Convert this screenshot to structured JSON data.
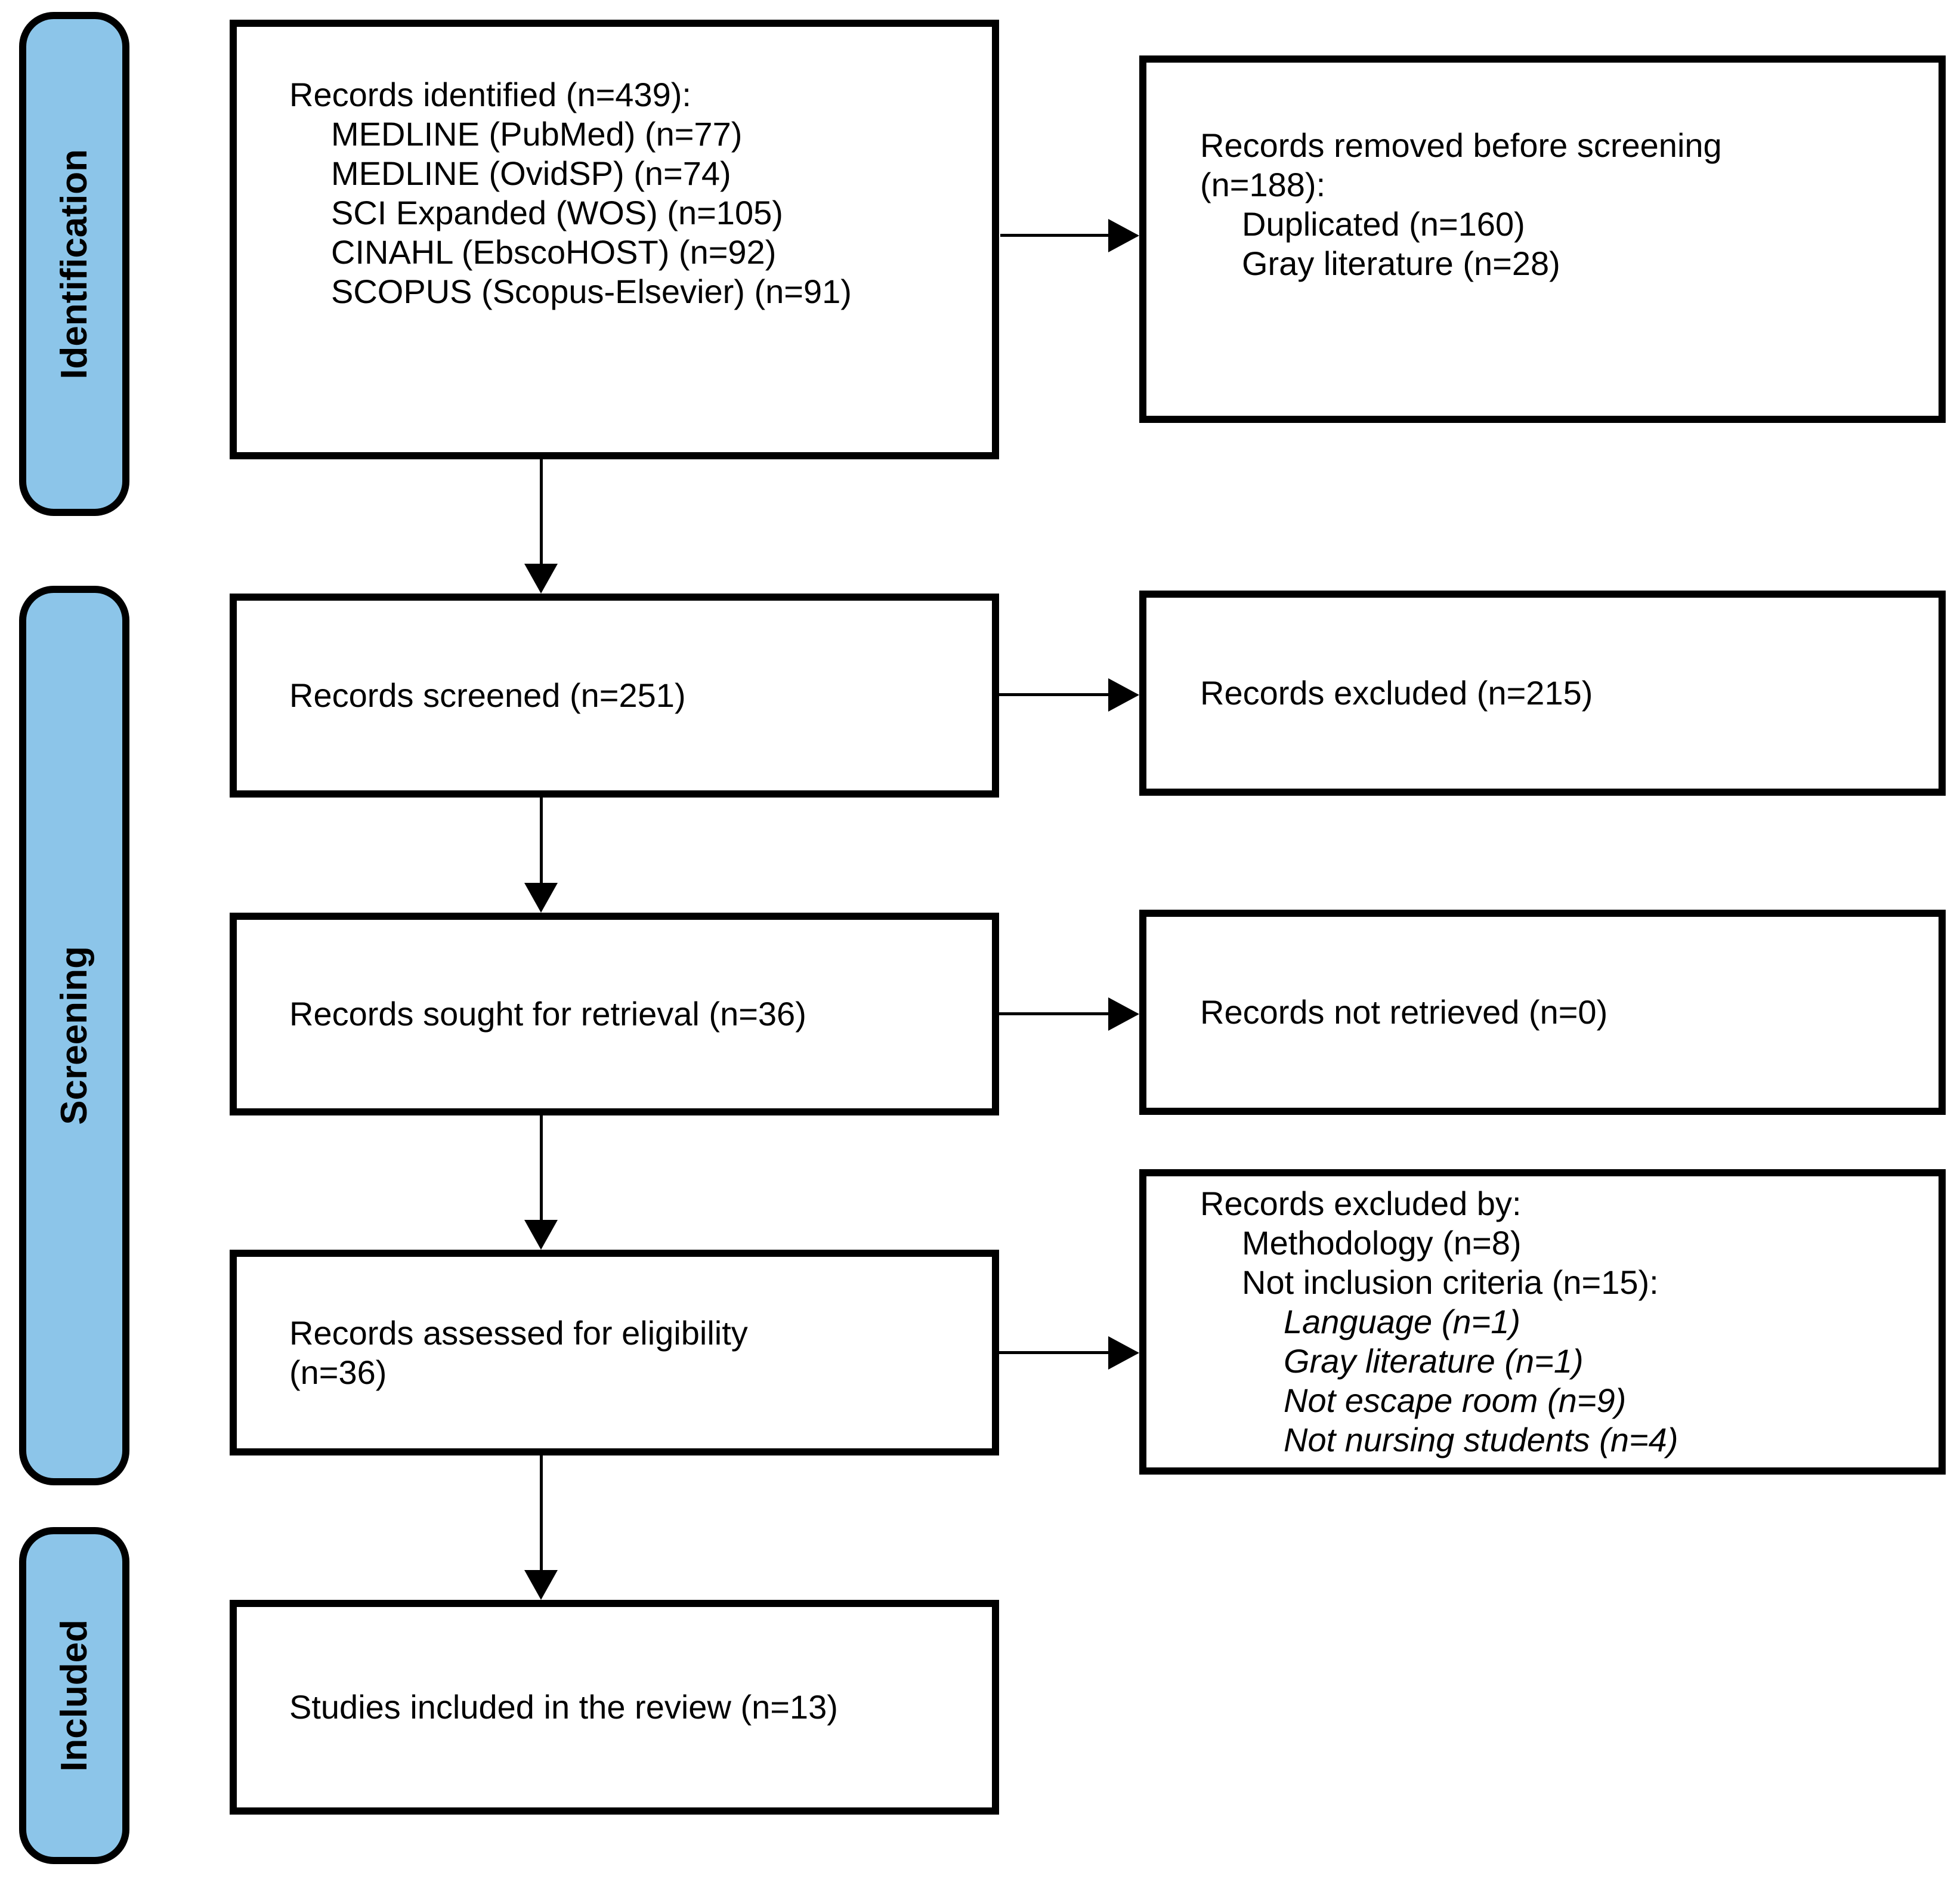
{
  "colors": {
    "stage_fill": "#8CC5E9",
    "border": "#000000",
    "background": "#FFFFFF"
  },
  "stages": {
    "identification": "Identification",
    "screening": "Screening",
    "included": "Included"
  },
  "boxes": {
    "identified": {
      "lines": [
        "Records identified (n=439):",
        "MEDLINE (PubMed) (n=77)",
        "MEDLINE (OvidSP) (n=74)",
        "SCI Expanded (WOS) (n=105)",
        "CINAHL (EbscoHOST) (n=92)",
        "SCOPUS (Scopus-Elsevier) (n=91)"
      ]
    },
    "removed": {
      "lines": [
        "Records removed before screening",
        "(n=188):",
        "Duplicated (n=160)",
        "Gray literature (n=28)"
      ]
    },
    "screened": {
      "text": "Records screened (n=251)"
    },
    "excluded": {
      "text": "Records excluded (n=215)"
    },
    "sought": {
      "text": "Records sought for retrieval (n=36)"
    },
    "not_retrieved": {
      "text": "Records not retrieved (n=0)"
    },
    "assessed": {
      "lines": [
        "Records assessed for eligibility",
        "(n=36)"
      ]
    },
    "excluded_by": {
      "lines": [
        "Records excluded by:",
        "Methodology (n=8)",
        "Not inclusion criteria (n=15):",
        "Language (n=1)",
        "Gray literature (n=1)",
        "Not escape room (n=9)",
        "Not nursing students (n=4)"
      ]
    },
    "included": {
      "text": "Studies included in the review (n=13)"
    }
  }
}
